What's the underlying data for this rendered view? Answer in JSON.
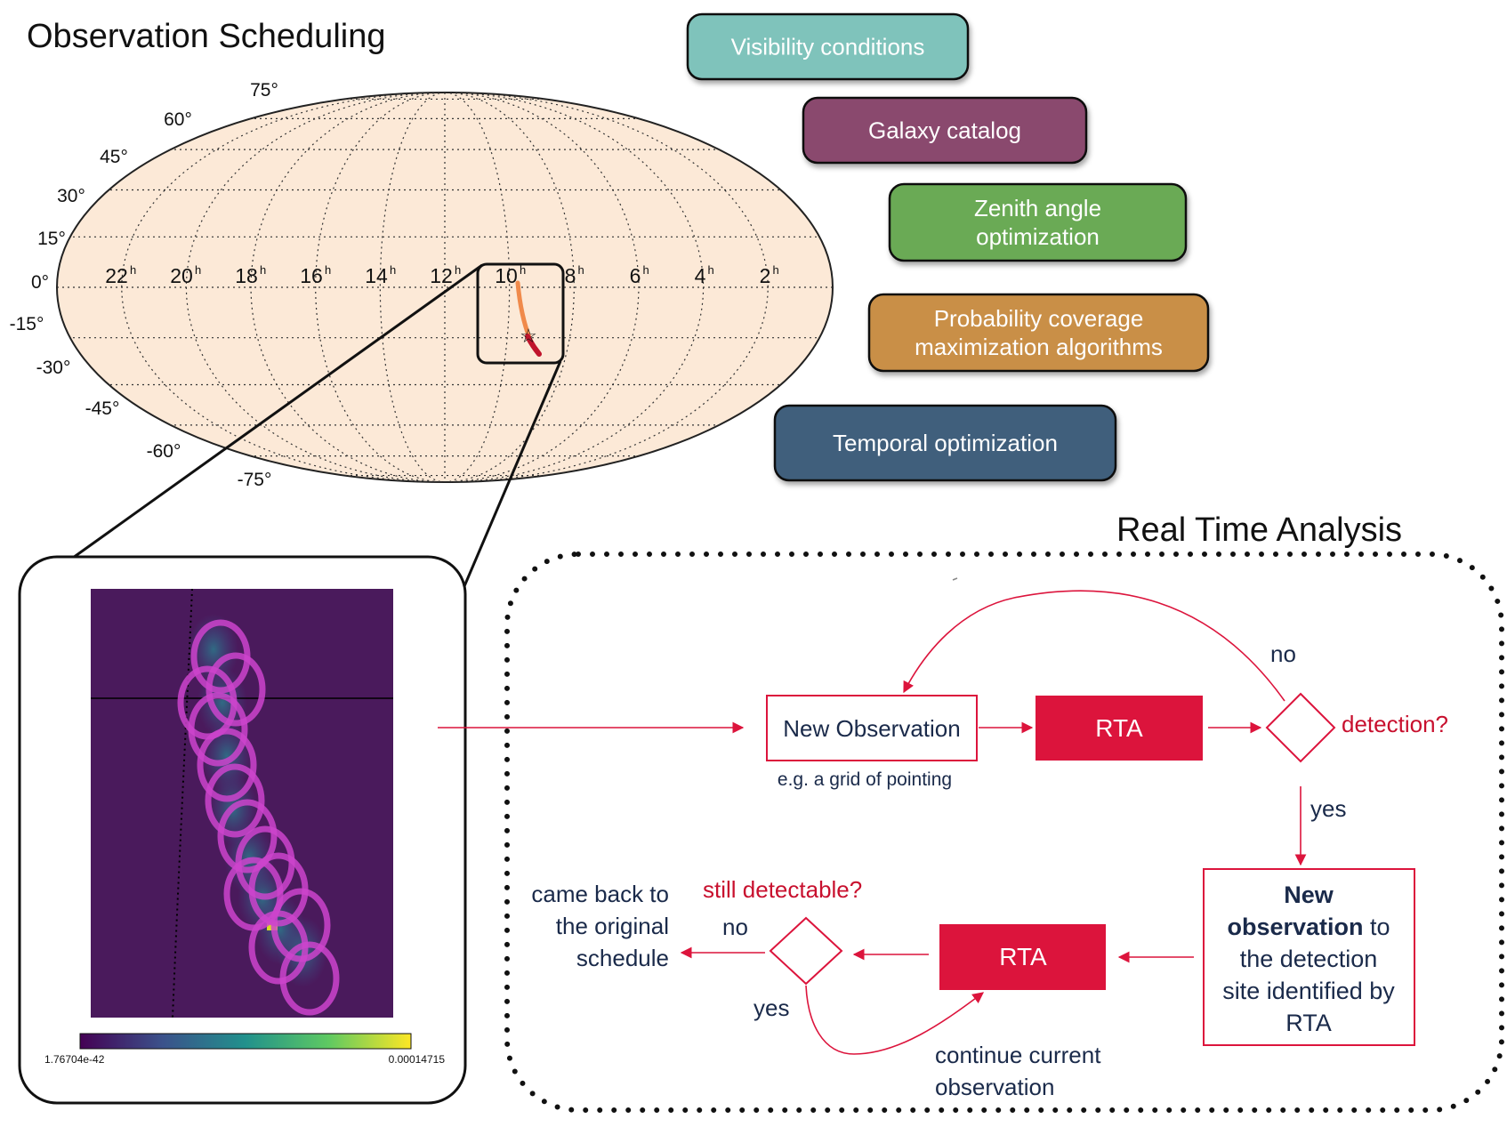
{
  "titles": {
    "scheduling": "Observation Scheduling",
    "rta": "Real Time Analysis"
  },
  "skymap": {
    "latitude_labels": [
      "75°",
      "60°",
      "45°",
      "30°",
      "15°",
      "0°",
      "-15°",
      "-30°",
      "-45°",
      "-60°",
      "-75°"
    ],
    "ra_labels": [
      "22",
      "20",
      "18",
      "16",
      "14",
      "12",
      "10",
      "8",
      "6",
      "4",
      "2"
    ],
    "ra_unit": "h",
    "background_color": "#fce9d7",
    "star_symbol": "☆"
  },
  "factors": [
    {
      "lines": [
        "Visibility conditions"
      ],
      "color": "#7fc3bb"
    },
    {
      "lines": [
        "Galaxy catalog"
      ],
      "color": "#8a4a6e"
    },
    {
      "lines": [
        "Zenith angle",
        "optimization"
      ],
      "color": "#6aaa55"
    },
    {
      "lines": [
        "Probability coverage",
        "maximization algorithms"
      ],
      "color": "#c98f47"
    },
    {
      "lines": [
        "Temporal optimization"
      ],
      "color": "#3f5f7b"
    }
  ],
  "zoom": {
    "colorbar_min": "1.76704e-42",
    "colorbar_max": "0.00014715",
    "background_color": "#4a1a5c",
    "circle_color": "#cc44cc"
  },
  "flow": {
    "new_observation": "New Observation",
    "grid_note": "e.g. a grid of pointing",
    "rta_1": "RTA",
    "detection_question": "detection?",
    "no_top": "no",
    "yes_down": "yes",
    "new_obs_lines": [
      {
        "bold": "New",
        "rest": ""
      },
      {
        "bold": "observation",
        "rest": " to"
      },
      {
        "bold": "",
        "rest": "the detection"
      },
      {
        "bold": "",
        "rest": "site identified by"
      },
      {
        "bold": "",
        "rest": "RTA"
      }
    ],
    "rta_2": "RTA",
    "still_detectable": "still detectable?",
    "no_left": "no",
    "yes_bottom": "yes",
    "came_back": [
      "came back to",
      "the original",
      "schedule"
    ],
    "continue": [
      "continue current",
      "observation"
    ],
    "accent_color": "#dc143c"
  }
}
